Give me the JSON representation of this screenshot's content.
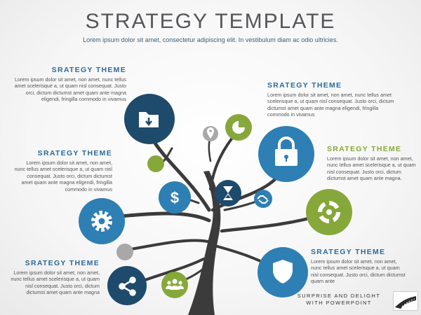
{
  "title": "STRATEGY TEMPLATE",
  "subtitle": "Lorem ipsum dolor sit amet, consectetur adipiscing elit. In vestibulum diam ac odio ultricies.",
  "themes": [
    {
      "heading": "SRATEGY THEME",
      "lines": [
        "Lorem ipsum dolor sit amet, non amet, nunc tellus",
        "amet scelerisque a, ut quam nisl consequat. Justo",
        "orci, dictum dictumst amet quam ante magna",
        "eligendi, fringilla commodo in vivamus"
      ]
    },
    {
      "heading": "SRATEGY THEME",
      "lines": [
        "Lorem ipsum dolor sit amet, non amet,",
        "nunc tellus amet scelerisque a, ut quam nisl",
        "consequat. Justo orci, dictum dictumst",
        "amet quam ante magna eligendi, fringilla",
        "commodo in vivamus"
      ]
    },
    {
      "heading": "SRATEGY THEME",
      "lines": [
        "Lorem ipsum dolor sit amet, non amet,",
        "nunc tellus amet scelerisque a, ut quam",
        "nisl consequat. Justo orci, dictum",
        "dictumst amet quam ante magna"
      ]
    },
    {
      "heading": "SRATEGY THEME",
      "lines": [
        "Lorem ipsum dolor sit amet, non amet, nunc tellus amet",
        "scelerisque a, ut quam nisl consequat. Justo orci, dictum",
        "dictumst amet quam ante magna eligendi, fringilla",
        "commodo in vivamus"
      ]
    },
    {
      "heading": "SRATEGY THEME",
      "lines": [
        "Lorem ipsum dolor sit amet, non amet,",
        "nunc tellus amet scelerisque a, ut quam",
        "nisl consequat. Justo orci, dictum",
        "dictumst amet quam ante magna."
      ]
    },
    {
      "heading": "SRATEGY THEME",
      "lines": [
        "Lorem ipsum dolor sit amet, non amet,",
        "nunc tellus amet scelerisque a, ut quam",
        "nisl consequat. Justo orci, dictum dictumst",
        "quam ante"
      ]
    }
  ],
  "footer": [
    "SURPRISE AND DELIGHT",
    "WITH POWERPOINT"
  ],
  "colors": {
    "navy": "#1e4a6b",
    "blue": "#2e7fb4",
    "green": "#86a83a",
    "gray": "#a8a8a8",
    "trunk": "#3b3b3b",
    "heading": "#2a6a9a"
  },
  "icons": [
    "folder-download-icon",
    "pie-chart-icon",
    "location-pin-icon",
    "lock-icon",
    "dollar-icon",
    "hourglass-icon",
    "handshake-icon",
    "gear-icon",
    "refresh-cycle-icon",
    "shield-icon",
    "share-icon",
    "people-icon"
  ]
}
